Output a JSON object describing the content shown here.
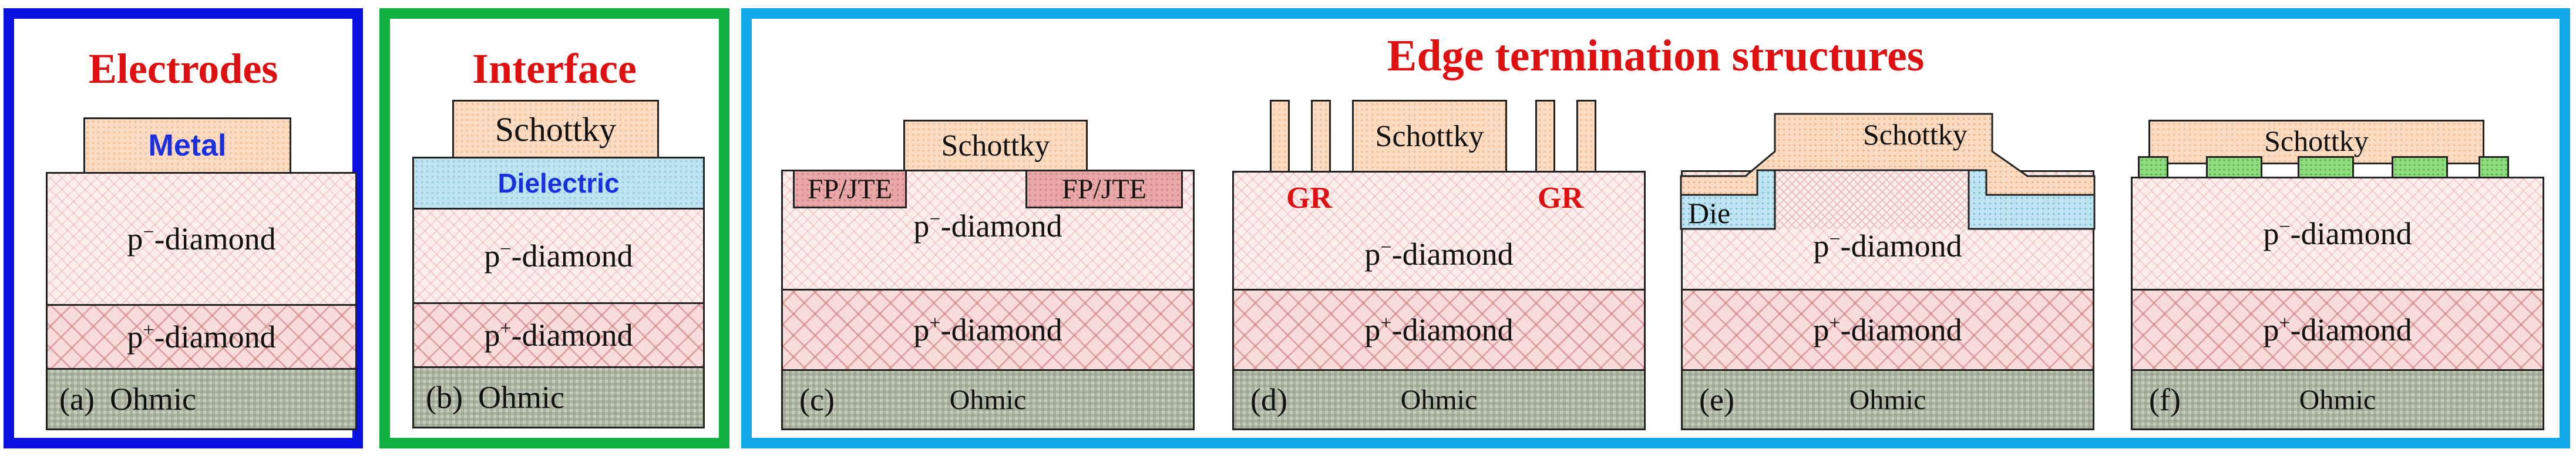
{
  "panels": {
    "electrodes": {
      "title": "Electrodes",
      "metal": "Metal",
      "p_minus_base": "p",
      "p_minus_sup": "−",
      "p_minus_rest": "-diamond",
      "p_plus_base": "p",
      "p_plus_sup": "+",
      "p_plus_rest": "-diamond",
      "label": "(a)",
      "ohmic": "Ohmic"
    },
    "interface": {
      "title": "Interface",
      "schottky": "Schottky",
      "dielectric": "Dielectric",
      "p_minus_base": "p",
      "p_minus_sup": "−",
      "p_minus_rest": "-diamond",
      "p_plus_base": "p",
      "p_plus_sup": "+",
      "p_plus_rest": "-diamond",
      "label": "(b)",
      "ohmic": "Ohmic"
    },
    "edge": {
      "title": "Edge termination structures",
      "c": {
        "schottky": "Schottky",
        "fpjte_left": "FP/JTE",
        "fpjte_right": "FP/JTE",
        "p_minus_base": "p",
        "p_minus_sup": "−",
        "p_minus_rest": "-diamond",
        "p_plus_base": "p",
        "p_plus_sup": "+",
        "p_plus_rest": "-diamond",
        "label": "(c)",
        "ohmic": "Ohmic"
      },
      "d": {
        "schottky": "Schottky",
        "gr_left": "GR",
        "gr_right": "GR",
        "p_minus_base": "p",
        "p_minus_sup": "−",
        "p_minus_rest": "-diamond",
        "p_plus_base": "p",
        "p_plus_sup": "+",
        "p_plus_rest": "-diamond",
        "label": "(d)",
        "ohmic": "Ohmic"
      },
      "e": {
        "schottky": "Schottky",
        "die": "Die",
        "p_minus_base": "p",
        "p_minus_sup": "−",
        "p_minus_rest": "-diamond",
        "p_plus_base": "p",
        "p_plus_sup": "+",
        "p_plus_rest": "-diamond",
        "label": "(e)",
        "ohmic": "Ohmic"
      },
      "f": {
        "schottky": "Schottky",
        "p_minus_base": "p",
        "p_minus_sup": "−",
        "p_minus_rest": "-diamond",
        "p_plus_base": "p",
        "p_plus_sup": "+",
        "p_plus_rest": "-diamond",
        "label": "(f)",
        "ohmic": "Ohmic"
      }
    }
  },
  "colors": {
    "frame_electrodes": "#0a10e0",
    "frame_interface": "#10b040",
    "frame_edge": "#10a8e8",
    "title_red": "#e01010",
    "label_blue": "#1a2fe0"
  }
}
